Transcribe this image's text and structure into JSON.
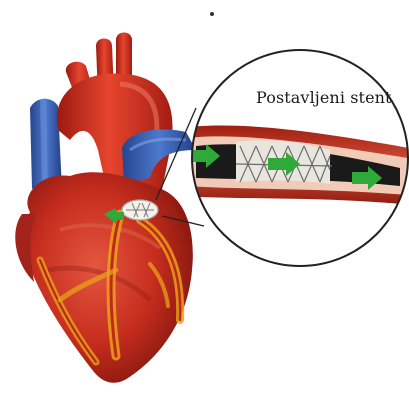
{
  "callout": {
    "label": "Postavljeni stent"
  },
  "colors": {
    "heart_muscle": "#c62d1e",
    "heart_shadow": "#7e140c",
    "aorta": "#d8321f",
    "vena_cava": "#3a62b8",
    "coronary_fat": "#e8a21a",
    "stent_marker": "#2faa3a",
    "callout_ring": "#222222"
  },
  "icons": {
    "heart": "heart-illustration",
    "stent": "stent-mesh",
    "callout": "magnifier-circle"
  }
}
